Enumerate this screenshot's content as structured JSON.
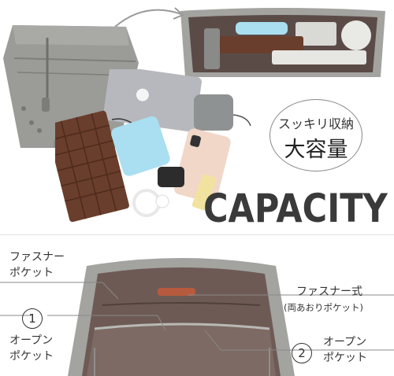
{
  "top": {
    "callout": {
      "line1": "スッキリ収納",
      "line2": "大容量"
    },
    "headline": "CAPACITY"
  },
  "bottom": {
    "zipper_pocket_left": {
      "line1": "ファスナー",
      "line2": "ポケット"
    },
    "zipper_pocket_right": {
      "line1": "ファスナー式",
      "line2": "(両あおりポケット)"
    },
    "open_pocket_1": {
      "number": "1",
      "line1": "オープン",
      "line2": "ポケット"
    },
    "open_pocket_2": {
      "number": "2",
      "line1": "オープン",
      "line2": "ポケット"
    }
  },
  "colors": {
    "bag_gray": "#9b9b98",
    "lining_brown": "#6e5a55",
    "leather_brown": "#6a3e2c",
    "accent_blue": "#a9dff0"
  }
}
